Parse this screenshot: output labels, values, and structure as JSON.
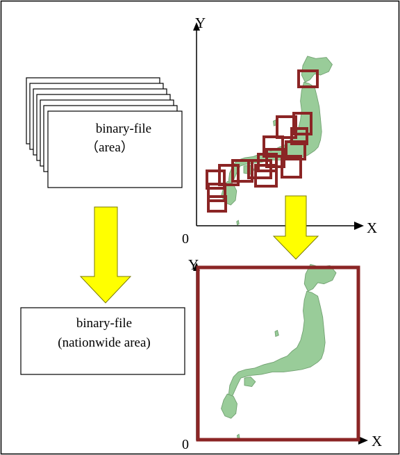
{
  "left_panel": {
    "source_files": {
      "line1": "binary-file",
      "line2": "（area）"
    },
    "merged_file": {
      "line1": "binary-file",
      "line2": "(nationwide area)"
    }
  },
  "top_plot": {
    "y_axis_label": "Y",
    "x_axis_label": "X",
    "origin_label": "0"
  },
  "bottom_plot": {
    "y_axis_label": "Y",
    "x_axis_label": "X",
    "origin_label": "0"
  },
  "colors": {
    "arrow_fill": "#ffff00",
    "arrow_stroke": "#7a7a00",
    "region_box": "#8b2525",
    "map_land": "#99cc99",
    "map_border": "#6f9f6f"
  }
}
